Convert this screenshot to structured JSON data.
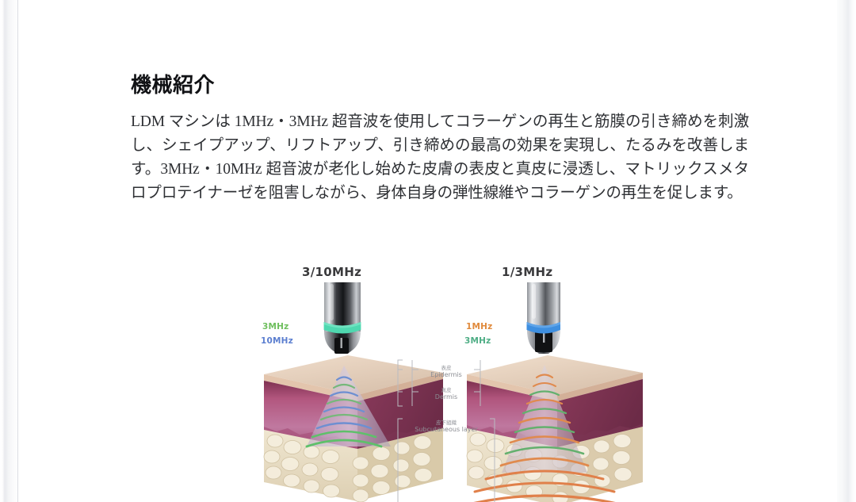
{
  "document": {
    "heading": "機械紹介",
    "paragraph": "LDM マシンは 1MHz・3MHz 超音波を使用してコラーゲンの再生と筋膜の引き締めを刺激し、シェイプアップ、リフトアップ、引き締めの最高の効果を実現し、たるみを改善します。3MHz・10MHz 超音波が老化し始めた皮膚の表皮と真皮に浸透し、マトリックスメタロプロテイナーゼを阻害しながら、身体自身の弾性線維やコラーゲンの再生を促します。"
  },
  "figure": {
    "panels": [
      {
        "id": "left",
        "title": "3/10MHz",
        "frequencies": [
          {
            "label": "3MHz",
            "color": "#6FBF5E"
          },
          {
            "label": "10MHz",
            "color": "#5C7FD0"
          }
        ],
        "applicator_ring_color": "#4FD8B0"
      },
      {
        "id": "right",
        "title": "1/3MHz",
        "frequencies": [
          {
            "label": "1MHz",
            "color": "#E08A3C"
          },
          {
            "label": "3MHz",
            "color": "#4FAE86"
          }
        ],
        "applicator_ring_color": "#3E8FE0"
      }
    ],
    "anatomy_labels": [
      {
        "jp": "表皮",
        "en": "Epidermis"
      },
      {
        "jp": "真皮",
        "en": "Dermis"
      },
      {
        "jp": "皮下組織",
        "en": "Subcutaneous layer"
      }
    ],
    "palette": {
      "dermis_top": "#c9a0ad",
      "dermis_face_left": "#b5557f",
      "dermis_face_right": "#8d3f5f",
      "epidermis_band": "#e8cdb9",
      "fat_tissue": "#e8dcc2",
      "bracket_line": "#b9bbc0"
    }
  }
}
